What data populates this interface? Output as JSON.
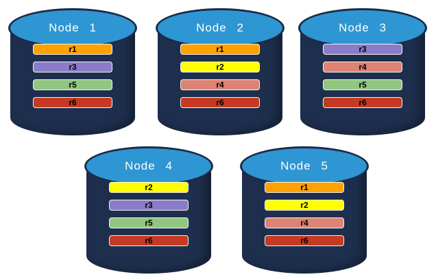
{
  "diagram": {
    "description_colors": {
      "background": "#FFFFFF",
      "cylinder_body": "#1E2F4E",
      "cylinder_top": "#2E96D2",
      "cylinder_outline": "#1B2B4A",
      "title_text": "#FFFFFF",
      "bar_text": "#000000",
      "bar_border": "#F4F4F2"
    },
    "replica_colors": {
      "r1": "#FFA200",
      "r2": "#FFFF00",
      "r3": "#8A7CC8",
      "r4": "#DD8374",
      "r5": "#90C67F",
      "r6": "#C43A22"
    },
    "nodes": [
      {
        "label": "Node 1",
        "replicas": [
          "r1",
          "r3",
          "r5",
          "r6"
        ]
      },
      {
        "label": "Node 2",
        "replicas": [
          "r1",
          "r2",
          "r4",
          "r6"
        ]
      },
      {
        "label": "Node 3",
        "replicas": [
          "r3",
          "r4",
          "r5",
          "r6"
        ]
      },
      {
        "label": "Node 4",
        "replicas": [
          "r2",
          "r3",
          "r5",
          "r6"
        ]
      },
      {
        "label": "Node 5",
        "replicas": [
          "r1",
          "r2",
          "r4",
          "r6"
        ]
      }
    ]
  }
}
